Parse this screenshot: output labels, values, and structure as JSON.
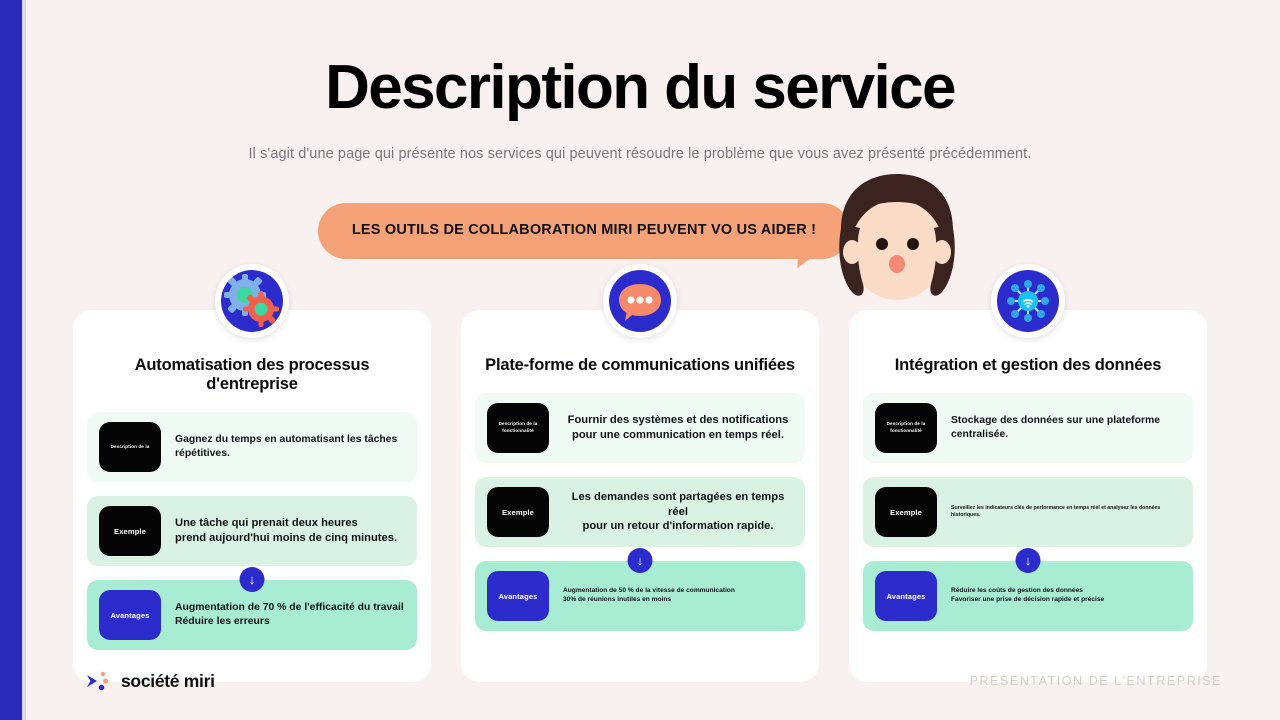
{
  "header": {
    "title": "Description du service",
    "subtitle": "Il s'agit d'une page qui présente nos services qui peuvent résoudre le problème que vous avez présenté précédemment."
  },
  "bubble": {
    "text": "LES OUTILS DE COLLABORATION MIRI PEUVENT VO US AIDER !"
  },
  "cards": [
    {
      "icon": "gears-icon",
      "title": "Automatisation des processus d'entreprise",
      "rows": [
        {
          "chip": "Description de la",
          "text": "Gagnez du temps en automatisant les tâches répétitives."
        },
        {
          "chip": "Exemple",
          "text": "Une tâche qui prenait deux heures\n prend aujourd'hui moins de cinq minutes."
        },
        {
          "chip": "Avantages",
          "text": "Augmentation de 70 % de l'efficacité du travail\nRéduire les erreurs"
        }
      ]
    },
    {
      "icon": "chat-bubble-icon",
      "title": "Plate-forme de communications unifiées",
      "rows": [
        {
          "chip": "Description de la fonctionnalité",
          "text": "Fournir des systèmes et des notifications\n pour une communication en temps réel."
        },
        {
          "chip": "Exemple",
          "text": "Les demandes sont partagées en temps réel\n pour un retour d'information rapide."
        },
        {
          "chip": "Avantages",
          "text": "Augmentation de 50 % de la vitesse de communication\n30% de réunions inutiles en moins"
        }
      ]
    },
    {
      "icon": "network-hub-icon",
      "title": "Intégration et gestion des données",
      "rows": [
        {
          "chip": "Description de la fonctionnalité",
          "text": "Stockage des données sur une plateforme centralisée."
        },
        {
          "chip": "Exemple",
          "text": "Surveillez les indicateurs clés de performance en temps réel et analysez les données historiques."
        },
        {
          "chip": "Avantages",
          "text": "Réduire les coûts de gestion des données\nFavoriser une prise de décision rapide et précise"
        }
      ]
    }
  ],
  "footer": {
    "brand": "société miri",
    "right_label": "PRÉSENTATION DE L'ENTREPRISE"
  },
  "colors": {
    "accent_blue": "#2c2ccd",
    "sidebar_blue": "#2a2bb8",
    "peach": "#f6a278",
    "background": "#f9f1f0",
    "mint_light": "#effaf5",
    "mint_mid": "#d9f2e4",
    "mint_strong": "#a8ecd4"
  }
}
